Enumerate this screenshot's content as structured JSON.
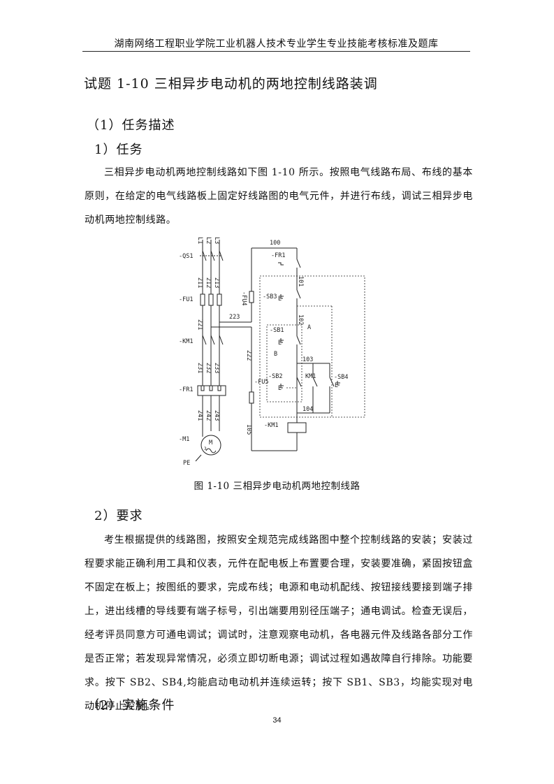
{
  "header": "湖南网络工程职业学院工业机器人技术专业学生专业技能考核标准及题库",
  "title": "试题 1-10  三相异步电动机的两地控制线路装调",
  "section1": "（1）任务描述",
  "sub1": "1）任务",
  "para1": "三相异步电动机两地控制线路如下图 1-10 所示。按照电气线路布局、布线的基本原则，在给定的电气线路板上固定好线路图的电气元件，并进行布线，调试三相异步电动机两地控制线路。",
  "figure": {
    "caption": "图 1-10 三相异步电动机两地控制线路",
    "labels": {
      "l1": "L1",
      "l2": "L2",
      "l3": "L3",
      "qs1": "-QS1",
      "fu1": "-FU1",
      "km1_main": "-KM1",
      "fr1_main": "-FR1",
      "m1": "-M1",
      "pe": "PE",
      "motor_m": "M",
      "motor_3": "3",
      "w211": "211",
      "w212": "212",
      "w213": "213",
      "w221": "221",
      "w222": "222",
      "w223": "223",
      "w231": "231",
      "w232": "232",
      "w233": "233",
      "w241": "241",
      "w242": "242",
      "w243": "243",
      "fu4": "-FU4",
      "fu5": "-FU5",
      "w100": "100",
      "w101": "101",
      "w102": "102",
      "w103": "103",
      "w104": "104",
      "w105": "105",
      "fr1_ctrl": "-FR1",
      "sb3": "-SB3",
      "sb1": "-SB1",
      "sb2": "-SB2",
      "sb4": "-SB4",
      "km1_aux": "KM1",
      "km1_coil": "-KM1",
      "a": "A",
      "b": "B",
      "e1": "E",
      "e2": "E",
      "e3": "E",
      "e4": "E"
    }
  },
  "sub2": "2）要求",
  "para2": "考生根据提供的线路图，按照安全规范完成线路图中整个控制线路的安装；安装过程要求能正确利用工具和仪表，元件在配电板上布置要合理，安装要准确，紧固按钮盒不固定在板上；按图纸的要求，完成布线；电源和电动机配线、按钮接线要接到端子排上，进出线槽的导线要有端子标号，引出端要用别径压端子；通电调试。检查无误后，经考评员同意方可通电调试；调试时，注意观察电动机，各电器元件及线路各部分工作是否正常；若发现异常情况，必须立即切断电源；调试过程如遇故障自行排除。功能要求。按下 SB2、SB4,均能启动电动机并连续运转；按下 SB1、SB3，均能实现对电动机停止控制。",
  "section2": "（2）实施条件",
  "page_number": "34"
}
